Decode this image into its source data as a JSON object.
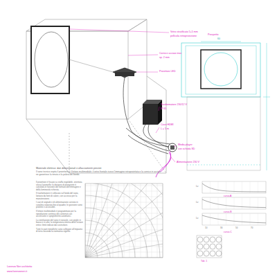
{
  "diagram": {
    "labels": [
      "Vetro stratificato 5+5 mm",
      "pellicola retroproiezione",
      "Cornice acciaio inox",
      "sp. 2 mm",
      "Proiettore LED",
      "Trasformatore 230/12 V",
      "IP 65",
      "Cavo HDMI",
      "L = 5 m",
      "Media player",
      "con scheda SD",
      "Alimentazione 230 V",
      "Prospetto",
      "60",
      "Materiale elettrico: dati dimensionali e allacciamenti previsti",
      "Il vano tecnico ospita il proiettore e il lettore multimediale; il vetro frontale riceve l'immagine retroproiettata e la cornice in acciaio ne garantisce la tenuta e la pulizia del bordo.",
      "Il proiettore è fissato su staffa regolabile, orientata verso il pannello; la distanza di proiezione è calcolata in funzione del formato dell'immagine e della luminosità richiesta.",
      "Il trasformatore è collocato sul fondo del vano, lontano da fonti di calore, con accesso per la manutenzione.",
      "I cavi di segnale e di alimentazione corrono in canalina separata fino al quadro; le giunzioni sono protette e accessibili.",
      "Il lettore multimediale è programmato per la riproduzione continua dei contenuti con accensione e spegnimento automatici.",
      "La ventilazione del vano è naturale, con griglie in basso e in alto; la temperatura interna deve restare entro i limiti indicati dal costruttore.",
      "Tutte le parti metalliche sono collegate all'impianto di terra secondo la normativa vigente.",
      "Lv",
      "Lv",
      "Lv",
      "10",
      "30",
      "50",
      "70",
      "curva A",
      "curva B",
      "curva C",
      "Tab. 1",
      "Lorenzo Neri architetto",
      "www.lorenzoneri.it"
    ]
  }
}
